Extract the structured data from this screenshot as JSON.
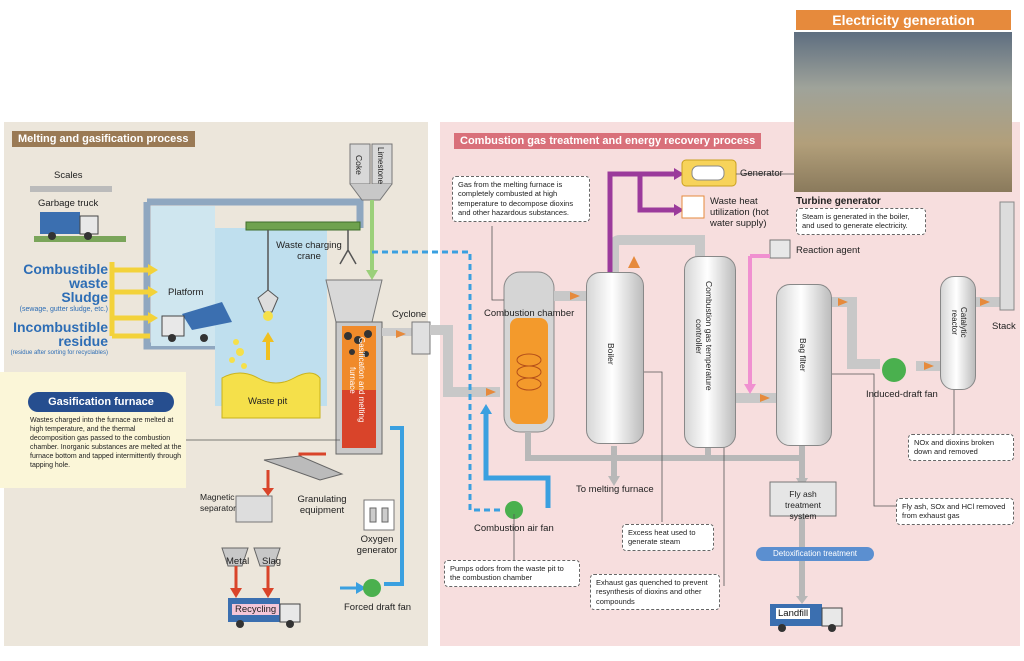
{
  "headers": {
    "melting": "Melting and gasification process",
    "combustion": "Combustion gas treatment and energy recovery process",
    "electricity": "Electricity generation"
  },
  "left": {
    "scales": "Scales",
    "garbage_truck": "Garbage truck",
    "combustible_waste": "Combustible waste",
    "sludge": "Sludge",
    "sludge_note": "(sewage, gutter sludge, etc.)",
    "incombustible": "Incombustible residue",
    "incombustible_note": "(residue after sorting for recyclables)",
    "platform": "Platform",
    "crane": "Waste charging crane",
    "waste_pit": "Waste pit",
    "coke": "Coke",
    "limestone": "Limestone",
    "furnace": "Gasification and melting furnace",
    "cyclone": "Cyclone",
    "gasification_furnace_title": "Gasification furnace",
    "gasification_furnace_desc": "Wastes charged into the furnace are melted at high temperature, and the thermal decomposition gas passed to the combustion chamber. Inorganic substances are melted at the furnace bottom and tapped intermittently through tapping hole.",
    "magnetic_separator": "Magnetic separator",
    "granulating": "Granulating equipment",
    "metal": "Metal",
    "slag": "Slag",
    "recycling": "Recycling",
    "oxygen_generator": "Oxygen generator",
    "forced_draft_fan": "Forced draft fan"
  },
  "right": {
    "gas_note": "Gas from the melting furnace is completely combusted at high temperature to decompose dioxins and other hazardous substances.",
    "combustion_chamber": "Combustion chamber",
    "boiler": "Boiler",
    "temp_controller": "Combustion gas temperature controller",
    "generator": "Generator",
    "waste_heat": "Waste heat utilization (hot water supply)",
    "turbine_title": "Turbine generator",
    "turbine_desc": "Steam is generated in the boiler, and used to generate electricity.",
    "reaction_agent": "Reaction agent",
    "bag_filter": "Bag filter",
    "catalytic_reactor": "Catalytic reactor",
    "stack": "Stack",
    "induced_draft_fan": "Induced-draft fan",
    "nox_note": "NOx and dioxins broken down and removed",
    "to_melting": "To melting furnace",
    "fly_ash": "Fly ash treatment system",
    "fly_ash_note": "Fly ash, SOx and HCl removed from exhaust gas",
    "combustion_air_fan": "Combustion air fan",
    "pumps_note": "Pumps odors from the waste pit to the combustion chamber",
    "excess_heat_note": "Excess heat used to generate steam",
    "exhaust_note": "Exhaust gas quenched to prevent resynthesis of dioxins and other compounds",
    "detox": "Detoxification treatment",
    "landfill": "Landfill"
  },
  "colors": {
    "left_panel": "#ece6db",
    "right_panel": "#f7dede",
    "accent_blue": "#2d6db5",
    "orange": "#e68a3c"
  }
}
